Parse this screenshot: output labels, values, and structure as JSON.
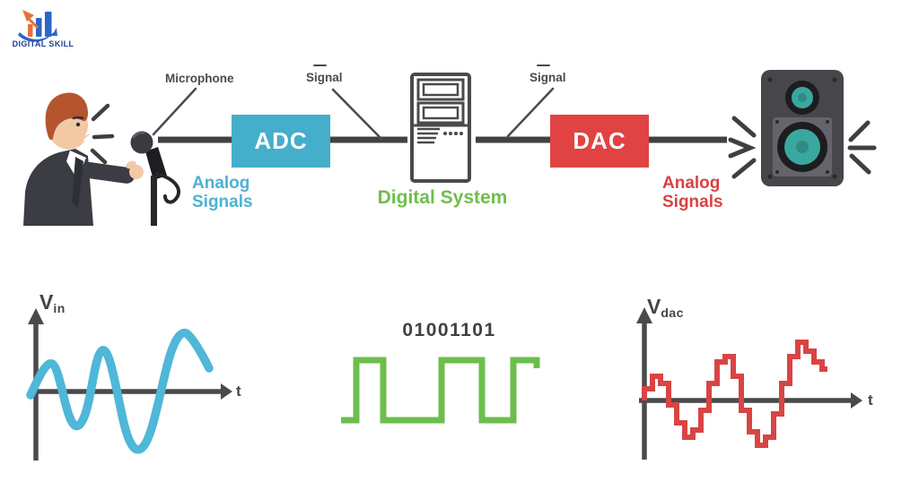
{
  "brand": {
    "name": "DIGITAL SKILL"
  },
  "flow": {
    "microphone_label": "Microphone",
    "left_signal_label": "Signal",
    "right_signal_label": "Signal",
    "adc_label": "ADC",
    "dac_label": "DAC",
    "digital_system_label": "Digital System",
    "analog_left": "Analog Signals",
    "analog_right": "Analog Signals"
  },
  "plots": {
    "vin": {
      "sym": "V",
      "sub": "in",
      "x_label": "t",
      "type": "analog waveform, growing-amplitude sine",
      "color": "#4FB7D8"
    },
    "digital": {
      "bits": "01001101",
      "type": "square wave of the bit string",
      "color": "#6CBE4C"
    },
    "vdac": {
      "sym": "V",
      "sub": "dac",
      "x_label": "t",
      "type": "quantized staircase reconstruction",
      "color": "#D94444"
    }
  },
  "icons": {
    "logo": "bar-chart-with-rocket",
    "person": "man-speaking",
    "microphone": "microphone-on-stand",
    "digital_system": "computer-tower",
    "speaker": "loudspeaker"
  },
  "colors": {
    "adc_box": "#44AECB",
    "dac_box": "#E14343",
    "digital_green": "#6FBE4C",
    "analog_blue_text": "#4CB2D4",
    "analog_red_text": "#D94243",
    "wire_ink": "#414141",
    "label_ink": "#4A4A4A",
    "speaker_teal": "#3BA89F",
    "logo_navy": "#1C3F97"
  }
}
